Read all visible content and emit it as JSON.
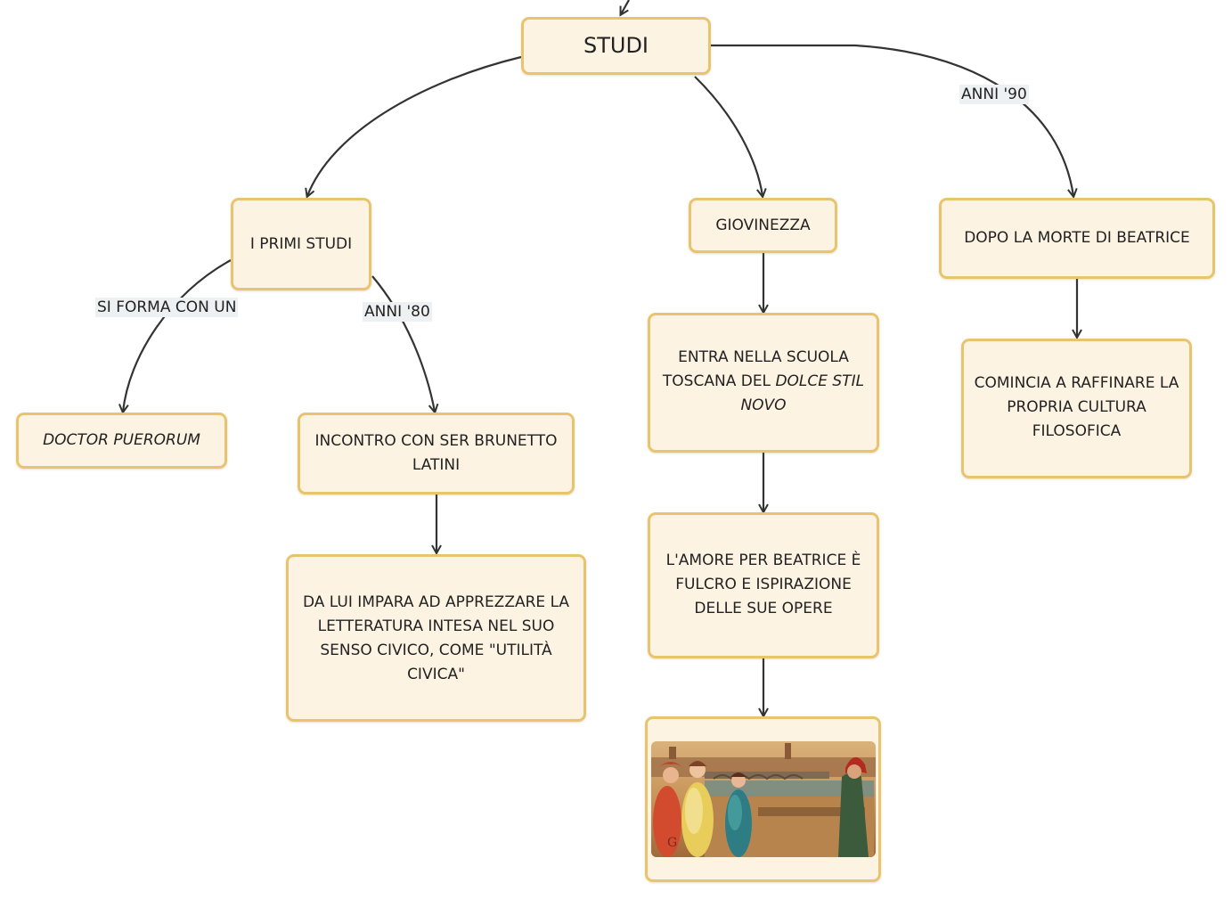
{
  "nodes": {
    "studi": "STUDI",
    "primi_studi": "I PRIMI STUDI",
    "giovinezza": "GIOVINEZZA",
    "dopo_morte": "DOPO LA MORTE DI BEATRICE",
    "doctor": "DOCTOR PUERORUM",
    "brunetto": "INCONTRO CON SER BRUNETTO LATINI",
    "impara": "DA LUI IMPARA AD APPREZZARE LA LETTERATURA INTESA NEL SUO SENSO CIVICO, COME \"UTILITÀ CIVICA\"",
    "entra_pre": "ENTRA NELLA SCUOLA TOSCANA DEL ",
    "entra_it": "DOLCE STIL NOVO",
    "amore": "L'AMORE PER BEATRICE È FULCRO E ISPIRAZIONE DELLE SUE OPERE",
    "comincia": "COMINCIA A RAFFINARE LA PROPRIA CULTURA FILOSOFICA"
  },
  "edge_labels": {
    "anni_90": "ANNI '90",
    "si_forma": "SI FORMA CON UN",
    "anni_80": "ANNI '80"
  },
  "colors": {
    "node_fill": "#fdf3e3",
    "node_border": "#e8c46e",
    "edge": "#333333"
  },
  "image": {
    "monogram": "G"
  }
}
